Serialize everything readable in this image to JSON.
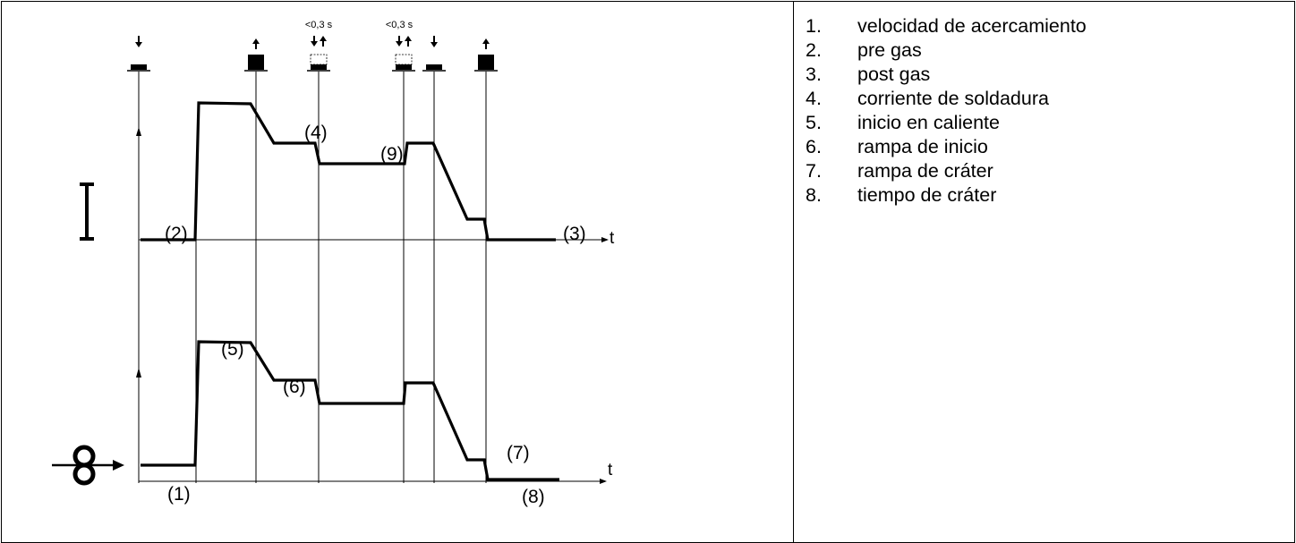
{
  "diagram": {
    "timing_note_1": "<0,3 s",
    "timing_note_2": "<0,3 s",
    "current_symbol": "I",
    "axis_label_top": "t",
    "axis_label_bottom": "t",
    "icons": [
      "arrow-down-icon",
      "arrow-up-icon",
      "trigger-button-icon",
      "wire-feed-rollers-icon"
    ],
    "labels": {
      "l1": "(1)",
      "l2": "(2)",
      "l3": "(3)",
      "l4": "(4)",
      "l5": "(5)",
      "l6": "(6)",
      "l7": "(7)",
      "l8": "(8)",
      "l9": "(9)"
    }
  },
  "legend": [
    {
      "num": "1.",
      "text": "velocidad de acercamiento"
    },
    {
      "num": "2.",
      "text": "pre gas"
    },
    {
      "num": "3.",
      "text": "post gas"
    },
    {
      "num": "4.",
      "text": "corriente de soldadura"
    },
    {
      "num": "5.",
      "text": "inicio en caliente"
    },
    {
      "num": "6.",
      "text": "rampa de inicio"
    },
    {
      "num": "7.",
      "text": "rampa de cráter"
    },
    {
      "num": "8.",
      "text": "tiempo de cráter"
    }
  ]
}
